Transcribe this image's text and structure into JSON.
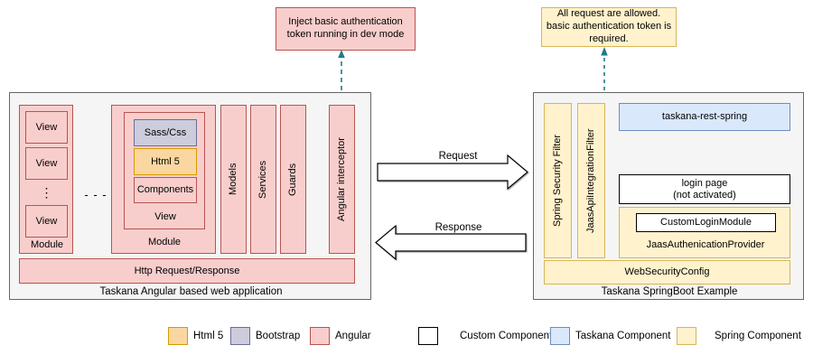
{
  "callouts": [
    {
      "id": "dev-mode-note",
      "text": "Inject basic authentication token running in dev mode",
      "style": "angular"
    },
    {
      "id": "auth-note",
      "text": "All request are allowed. basic authentication token is required.",
      "style": "spring"
    }
  ],
  "left_panel": {
    "title": "Taskana Angular based web application",
    "module_a": {
      "label": "Module",
      "views": [
        "View",
        "View",
        "View"
      ],
      "ellipsis": "⋮"
    },
    "separator": "- - -",
    "module_b": {
      "label": "Module",
      "view_label": "View",
      "items": [
        {
          "label": "Sass/Css",
          "style": "bootstrap"
        },
        {
          "label": "Html 5",
          "style": "html5"
        },
        {
          "label": "Components",
          "style": "angular"
        }
      ]
    },
    "columns": [
      "Models",
      "Services",
      "Guards",
      "Angular interceptor"
    ],
    "http_bar": "Http Request/Response"
  },
  "arrows": {
    "request_label": "Request",
    "response_label": "Response"
  },
  "right_panel": {
    "title": "Taskana SpringBoot Example",
    "filters": [
      "Spring Security Filter",
      "JaasApiIntegrationFilter"
    ],
    "rest": "taskana-rest-spring",
    "login_page": "login page (not activated)",
    "login_page_line1": "login page",
    "login_page_line2": "(not activated)",
    "auth_provider": "JaasAuthenicationProvider",
    "custom_login_module": "CustomLoginModule",
    "web_security_config": "WebSecurityConfig"
  },
  "legend": [
    {
      "label": "Html 5",
      "style": "html5"
    },
    {
      "label": "Bootstrap",
      "style": "bootstrap"
    },
    {
      "label": "Angular",
      "style": "angular"
    },
    {
      "label": "Custom Component",
      "style": "custom"
    },
    {
      "label": "Taskana Component",
      "style": "taskana"
    },
    {
      "label": "Spring Component",
      "style": "spring"
    }
  ],
  "colors": {
    "angular_fill": "#f8cecc",
    "angular_stroke": "#b85450",
    "bootstrap_fill": "#ccccdd",
    "bootstrap_stroke": "#6c6c9c",
    "html5_fill": "#fad7a0",
    "html5_stroke": "#d79b00",
    "spring_fill": "#fff2cc",
    "spring_stroke": "#d6b656",
    "taskana_fill": "#dae8fc",
    "taskana_stroke": "#6c8ebf",
    "panel_fill": "#f5f5f5",
    "panel_stroke": "#666666",
    "dashed_line": "#1f7a8c"
  }
}
